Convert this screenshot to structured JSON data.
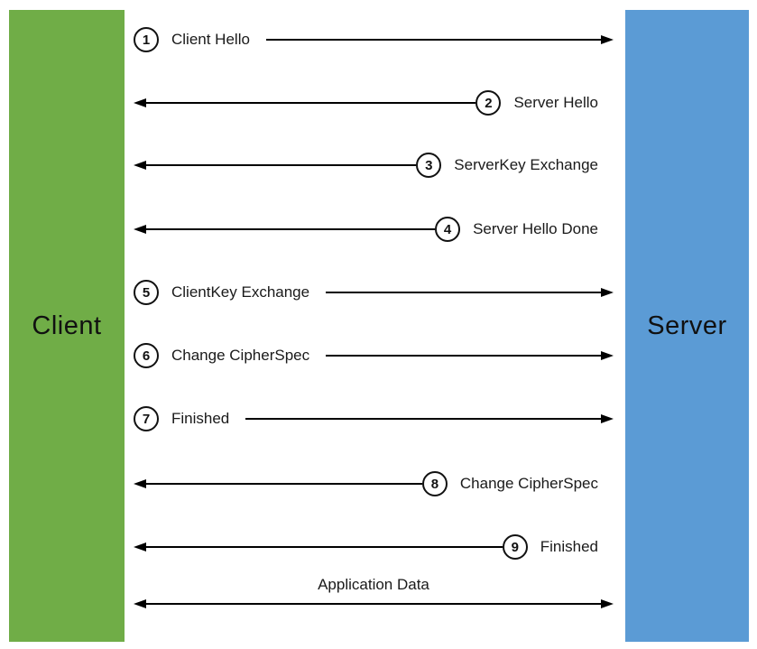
{
  "diagram": {
    "client_label": "Client",
    "server_label": "Server",
    "colors": {
      "client_box": "#70AD47",
      "server_box": "#5B9BD5",
      "line": "#000000",
      "background": "#FFFFFF"
    },
    "messages": [
      {
        "num": "1",
        "label": "Client Hello",
        "direction": "right"
      },
      {
        "num": "2",
        "label": "Server Hello",
        "direction": "left"
      },
      {
        "num": "3",
        "label": "ServerKey Exchange",
        "direction": "left"
      },
      {
        "num": "4",
        "label": "Server Hello Done",
        "direction": "left"
      },
      {
        "num": "5",
        "label": "ClientKey Exchange",
        "direction": "right"
      },
      {
        "num": "6",
        "label": "Change CipherSpec",
        "direction": "right"
      },
      {
        "num": "7",
        "label": "Finished",
        "direction": "right"
      },
      {
        "num": "8",
        "label": "Change CipherSpec",
        "direction": "left"
      },
      {
        "num": "9",
        "label": "Finished",
        "direction": "left"
      }
    ],
    "application_data": {
      "label": "Application Data",
      "direction": "both"
    }
  }
}
